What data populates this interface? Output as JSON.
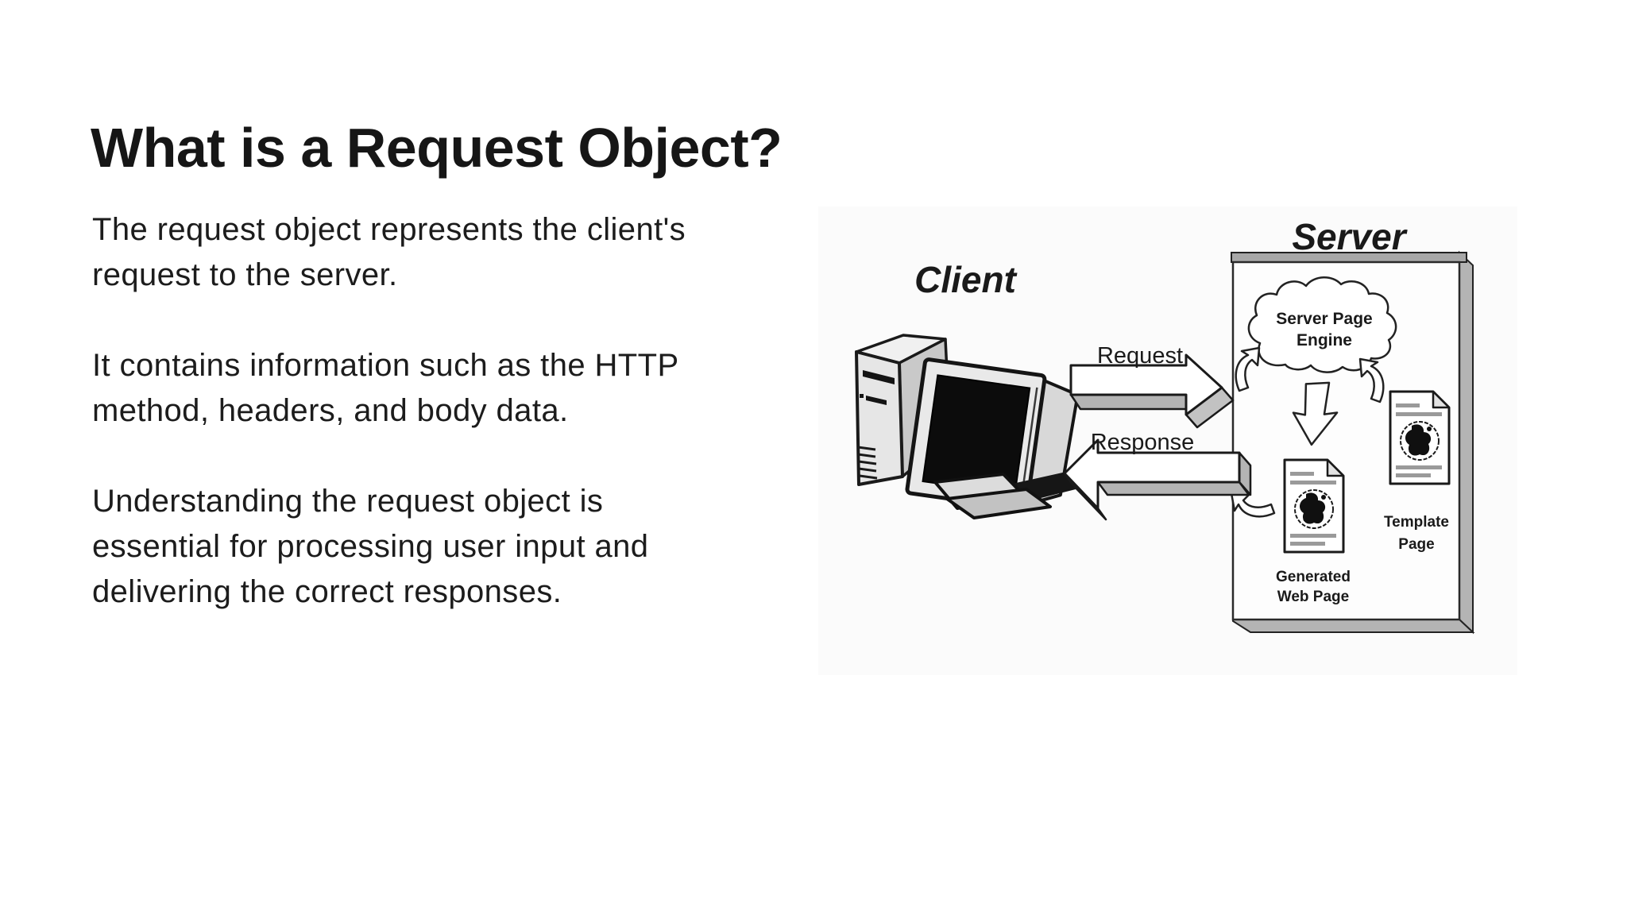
{
  "slide": {
    "title": "What is a Request Object?",
    "paragraphs": [
      {
        "lines": [
          "The request object represents the client's",
          "request to the server."
        ]
      },
      {
        "lines": [
          "It contains information such as the HTTP",
          "method, headers, and body data."
        ]
      },
      {
        "lines": [
          "Understanding the request object is",
          "essential for processing user input and",
          "delivering the correct responses."
        ]
      }
    ]
  },
  "diagram": {
    "client_label": "Client",
    "server_label": "Server",
    "request_label": "Request",
    "response_label": "Response",
    "cloud": {
      "line1": "Server Page",
      "line2": "Engine"
    },
    "template_page": {
      "line1": "Template",
      "line2": "Page"
    },
    "generated_page": {
      "line1": "Generated",
      "line2": "Web Page"
    },
    "colors": {
      "outline": "#1a1a1a",
      "light_fill": "#e8e8e8",
      "mid_gray": "#b4b4b4",
      "screen_black": "#0c0c0c",
      "page_white": "#ffffff",
      "text": "#1c1c1c",
      "background": "#ffffff"
    }
  }
}
